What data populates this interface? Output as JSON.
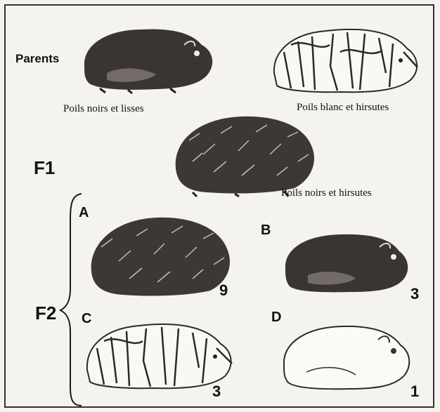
{
  "labels": {
    "parents": "Parents",
    "f1": "F1",
    "f2": "F2"
  },
  "parents": [
    {
      "caption": "Poils noirs et lisses",
      "fur": "black-smooth"
    },
    {
      "caption": "Poils blanc et hirsutes",
      "fur": "white-shaggy"
    }
  ],
  "f1": {
    "caption": "Poils noirs et hirsutes",
    "fur": "black-shaggy"
  },
  "f2": [
    {
      "letter": "A",
      "count": "9",
      "fur": "black-shaggy"
    },
    {
      "letter": "B",
      "count": "3",
      "fur": "black-smooth"
    },
    {
      "letter": "C",
      "count": "3",
      "fur": "white-shaggy"
    },
    {
      "letter": "D",
      "count": "1",
      "fur": "white-smooth"
    }
  ],
  "colors": {
    "dark_fur": "#2f2b28",
    "light_fur": "#fbfaf7",
    "ink": "#1a1a1a"
  }
}
